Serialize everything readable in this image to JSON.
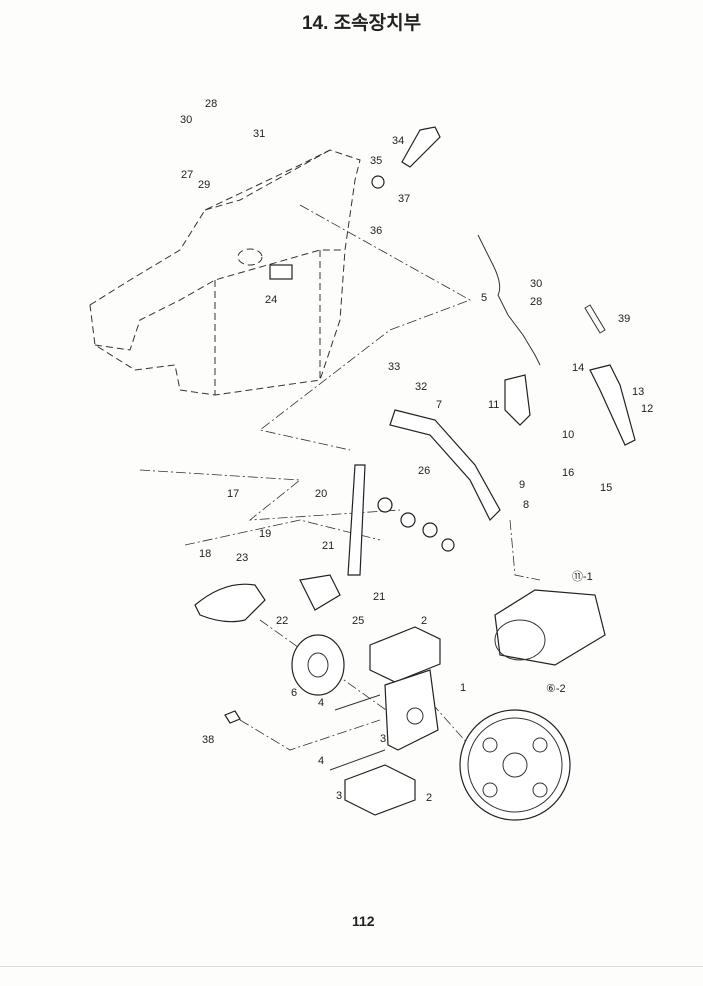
{
  "header": {
    "title": "14. 조속장치부"
  },
  "footer": {
    "page_number": "112"
  },
  "callouts": [
    "28",
    "30",
    "31",
    "27",
    "29",
    "34",
    "35",
    "37",
    "36",
    "24",
    "5",
    "30",
    "28",
    "39",
    "33",
    "32",
    "14",
    "13",
    "11",
    "12",
    "10",
    "16",
    "15",
    "7",
    "26",
    "9",
    "8",
    "17",
    "20",
    "19",
    "21",
    "21",
    "18",
    "23",
    "22",
    "25",
    "2",
    "6",
    "4",
    "1",
    "3",
    "38",
    "4",
    "3",
    "2",
    "⑪-1",
    "⑥-2"
  ]
}
